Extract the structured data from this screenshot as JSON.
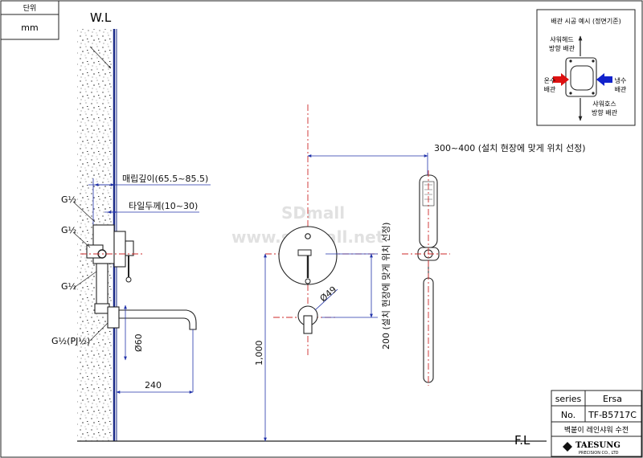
{
  "unit_box": {
    "header": "단위",
    "value": "mm"
  },
  "levels": {
    "wall": "W.L",
    "floor": "F.L"
  },
  "side_view": {
    "depth_label": "매립깊이(65.5~85.5)",
    "tile_label": "타일두께(10~30)",
    "g_labels": [
      "G½",
      "G½",
      "G½",
      "G½(PJ½)"
    ],
    "spout_diameter": "Ø60",
    "spout_length": "240"
  },
  "front_view": {
    "diameter": "Ø49",
    "height": "1,000",
    "vertical_note": "200 (설치 현장에 맞게 위치 선정)",
    "horizontal_note": "300~400 (설치 현장에 맞게 위치 선정)"
  },
  "watermark": {
    "line1": "SDmall",
    "line2": "www.sd-mall.net"
  },
  "piping_box": {
    "title": "배관 시공 예시 (정면기준)",
    "shower_head": [
      "샤워헤드",
      "방향 배관"
    ],
    "hot": [
      "온수",
      "배관"
    ],
    "cold": [
      "냉수",
      "배관"
    ],
    "shower_hose": [
      "샤워호스",
      "방향 배관"
    ]
  },
  "title_block": {
    "series_label": "series",
    "series_value": "Ersa",
    "no_label": "No.",
    "no_value": "TF-B5717C",
    "product": "벽붙이 레인샤워 수전",
    "brand": "TAESUNG",
    "brand_sub": "PRECISION CO., LTD"
  },
  "colors": {
    "dimension": "#2233aa",
    "centerline": "#cc2a2a",
    "hot": "#dd1111",
    "cold": "#1122cc"
  }
}
